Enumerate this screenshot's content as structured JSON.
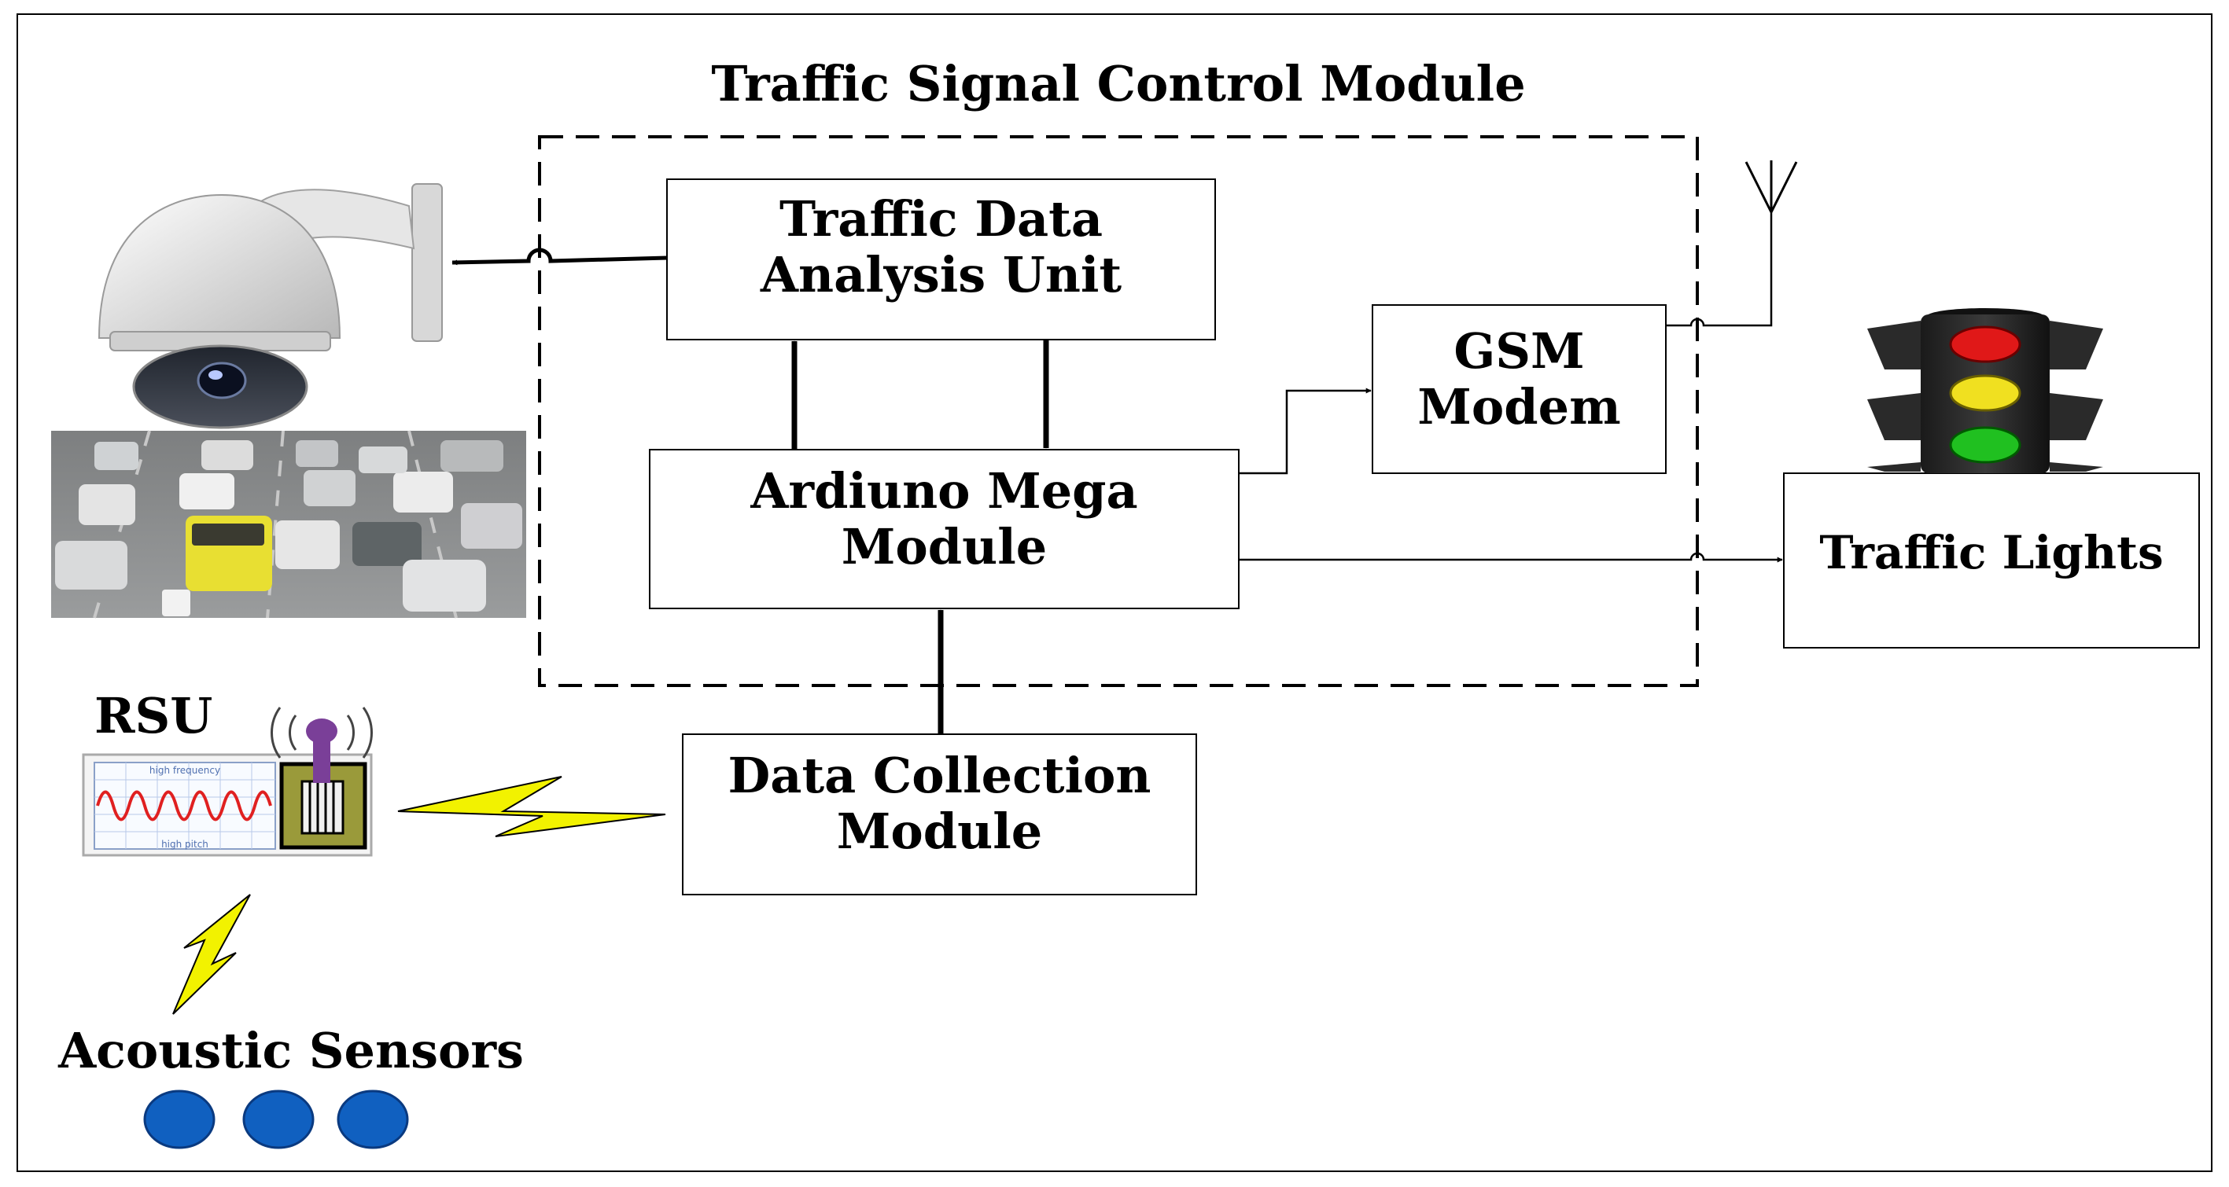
{
  "title": "Traffic Signal Control Module",
  "blocks": {
    "analysis": "Traffic Data Analysis Unit",
    "analysis_lines": [
      "Traffic Data",
      "Analysis Unit"
    ],
    "arduino_lines": [
      "Ardiuno Mega",
      "Module"
    ],
    "gsm_lines": [
      "GSM",
      "Modem"
    ],
    "collection_lines": [
      "Data Collection",
      "Module"
    ],
    "lights": "Traffic Lights"
  },
  "labels": {
    "rsu": "RSU",
    "acoustic": "Acoustic Sensors",
    "waveform_top": "high frequency",
    "waveform_bottom": "high pitch"
  },
  "colors": {
    "light_red": "#e01818",
    "light_yellow": "#f0e020",
    "light_green": "#20c020",
    "sensor_blue": "#1060c0",
    "lightning": "#f2f200",
    "rsu_purple": "#7a3f98"
  },
  "icons": [
    "camera-icon",
    "traffic-photo",
    "rsu-icon",
    "antenna-icon",
    "traffic-light-icon",
    "sensor-icon"
  ]
}
